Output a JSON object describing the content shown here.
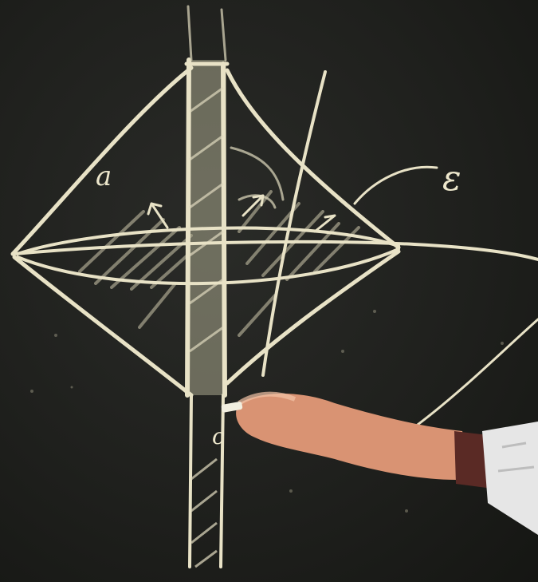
{
  "board": {
    "background_color": "#1f201d",
    "chalk_color": "#e8e2c6",
    "labels": {
      "a": "a",
      "epsilon": "ε",
      "c": "c"
    }
  },
  "presenter": {
    "sleeve_color": "#e6e6e6",
    "cuff_color": "#5a2a25",
    "skin_color": "#d99373"
  }
}
